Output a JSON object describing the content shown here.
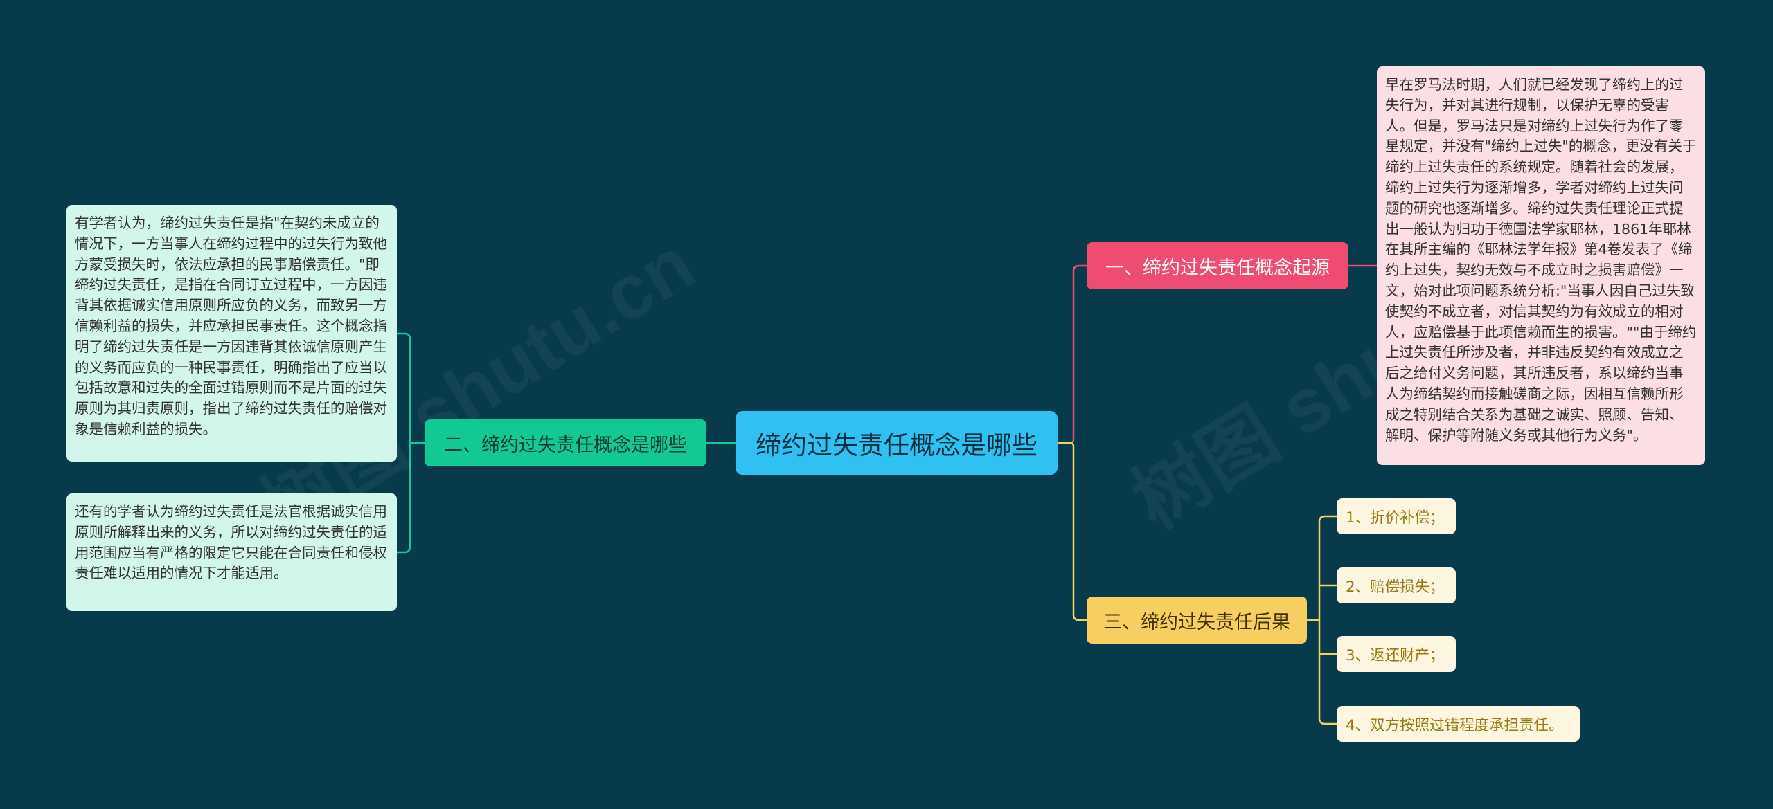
{
  "mindmap": {
    "center": "缔约过失责任概念是哪些",
    "branches": [
      {
        "label": "一、缔约过失责任概念起源",
        "color": "#ee4c70",
        "text": "早在罗马法时期，人们就已经发现了缔约上的过失行为，并对其进行规制，以保护无辜的受害人。但是，罗马法只是对缔约上过失行为作了零星规定，并没有\"缔约上过失\"的概念，更没有关于缔约上过失责任的系统规定。随着社会的发展，缔约上过失行为逐渐增多，学者对缔约上过失问题的研究也逐渐增多。缔约过失责任理论正式提出一般认为归功于德国法学家耶林，1861年耶林在其所主编的《耶林法学年报》第4卷发表了《缔约上过失，契约无效与不成立时之损害赔偿》一文，始对此项问题系统分析:\"当事人因自己过失致使契约不成立者，对信其契约为有效成立的相对人，应赔偿基于此项信赖而生的损害。\"\"由于缔约上过失责任所涉及者，并非违反契约有效成立之后之给付义务问题，其所违反者，系以缔约当事人为缔结契约而接触磋商之际，因相互信赖所形成之特别结合关系为基础之诚实、照顾、告知、解明、保护等附随义务或其他行为义务\"。"
      },
      {
        "label": "二、缔约过失责任概念是哪些",
        "color": "#12c893",
        "texts": [
          "有学者认为，缔约过失责任是指\"在契约未成立的情况下，一方当事人在缔约过程中的过失行为致他方蒙受损失时，依法应承担的民事赔偿责任。\"即缔约过失责任，是指在合同订立过程中，一方因违背其依据诚实信用原则所应负的义务，而致另一方信赖利益的损失，并应承担民事责任。这个概念指明了缔约过失责任是一方因违背其依诚信原则产生的义务而应负的一种民事责任，明确指出了应当以包括故意和过失的全面过错原则而不是片面的过失原则为其归责原则，指出了缔约过失责任的赔偿对象是信赖利益的损失。",
          "还有的学者认为缔约过失责任是法官根据诚实信用原则所解释出来的义务，所以对缔约过失责任的适用范围应当有严格的限定它只能在合同责任和侵权责任难以适用的情况下才能适用。"
        ]
      },
      {
        "label": "三、缔约过失责任后果",
        "color": "#f7cf60",
        "items": [
          "1、折价补偿；",
          "2、赔偿损失；",
          "3、返还财产；",
          "4、双方按照过错程度承担责任。"
        ]
      }
    ],
    "watermarks": [
      "树图 shutu.cn",
      "树图 shutu"
    ]
  }
}
